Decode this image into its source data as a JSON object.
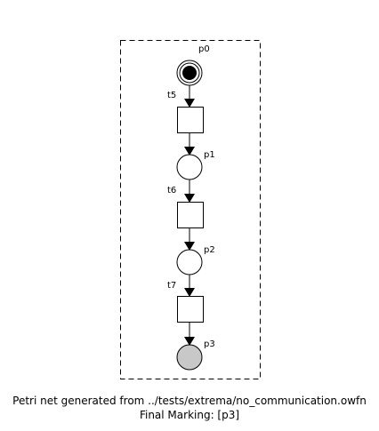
{
  "caption": {
    "line1": "Petri net generated from ../tests/extrema/no_communication.owfn",
    "line2": "Final Marking: [p3]"
  },
  "places": [
    {
      "id": "p0",
      "label": "p0",
      "tokens": 1,
      "final": false
    },
    {
      "id": "p1",
      "label": "p1",
      "tokens": 0,
      "final": false
    },
    {
      "id": "p2",
      "label": "p2",
      "tokens": 0,
      "final": false
    },
    {
      "id": "p3",
      "label": "p3",
      "tokens": 0,
      "final": true
    }
  ],
  "transitions": [
    {
      "id": "t5",
      "label": "t5"
    },
    {
      "id": "t6",
      "label": "t6"
    },
    {
      "id": "t7",
      "label": "t7"
    }
  ],
  "arcs": [
    {
      "from": "p0",
      "to": "t5"
    },
    {
      "from": "t5",
      "to": "p1"
    },
    {
      "from": "p1",
      "to": "t6"
    },
    {
      "from": "t6",
      "to": "p2"
    },
    {
      "from": "p2",
      "to": "t7"
    },
    {
      "from": "t7",
      "to": "p3"
    }
  ],
  "colors": {
    "final_place_fill": "#c8c8c8",
    "token": "#000000",
    "stroke": "#000000"
  }
}
